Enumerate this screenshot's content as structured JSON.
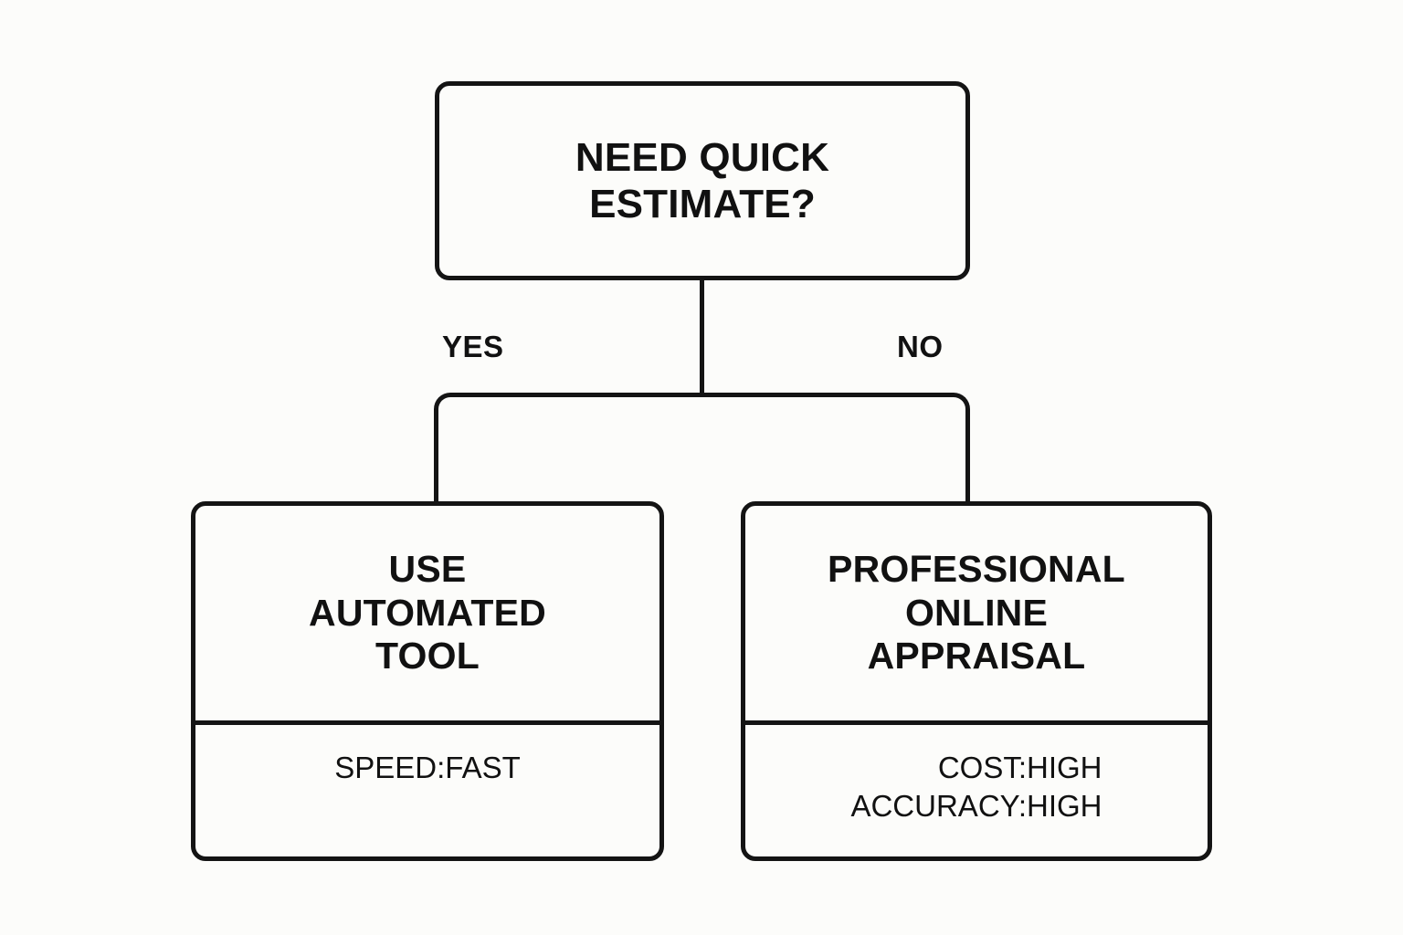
{
  "diagram": {
    "background_color": "#fcfcfa",
    "stroke_color": "#141414",
    "text_color": "#111111",
    "decision": {
      "title": "NEED QUICK\nESTIMATE?"
    },
    "branches": {
      "yes_label": "YES",
      "no_label": "NO"
    },
    "outcomes": [
      {
        "title": "USE\nAUTOMATED\nTOOL",
        "attributes": [
          {
            "key": "SPEED:",
            "value": "FAST"
          }
        ]
      },
      {
        "title": "PROFESSIONAL\nONLINE\nAPPRAISAL",
        "attributes": [
          {
            "key": "COST:",
            "value": "HIGH"
          },
          {
            "key": "ACCURACY:",
            "value": "HIGH"
          }
        ]
      }
    ]
  }
}
